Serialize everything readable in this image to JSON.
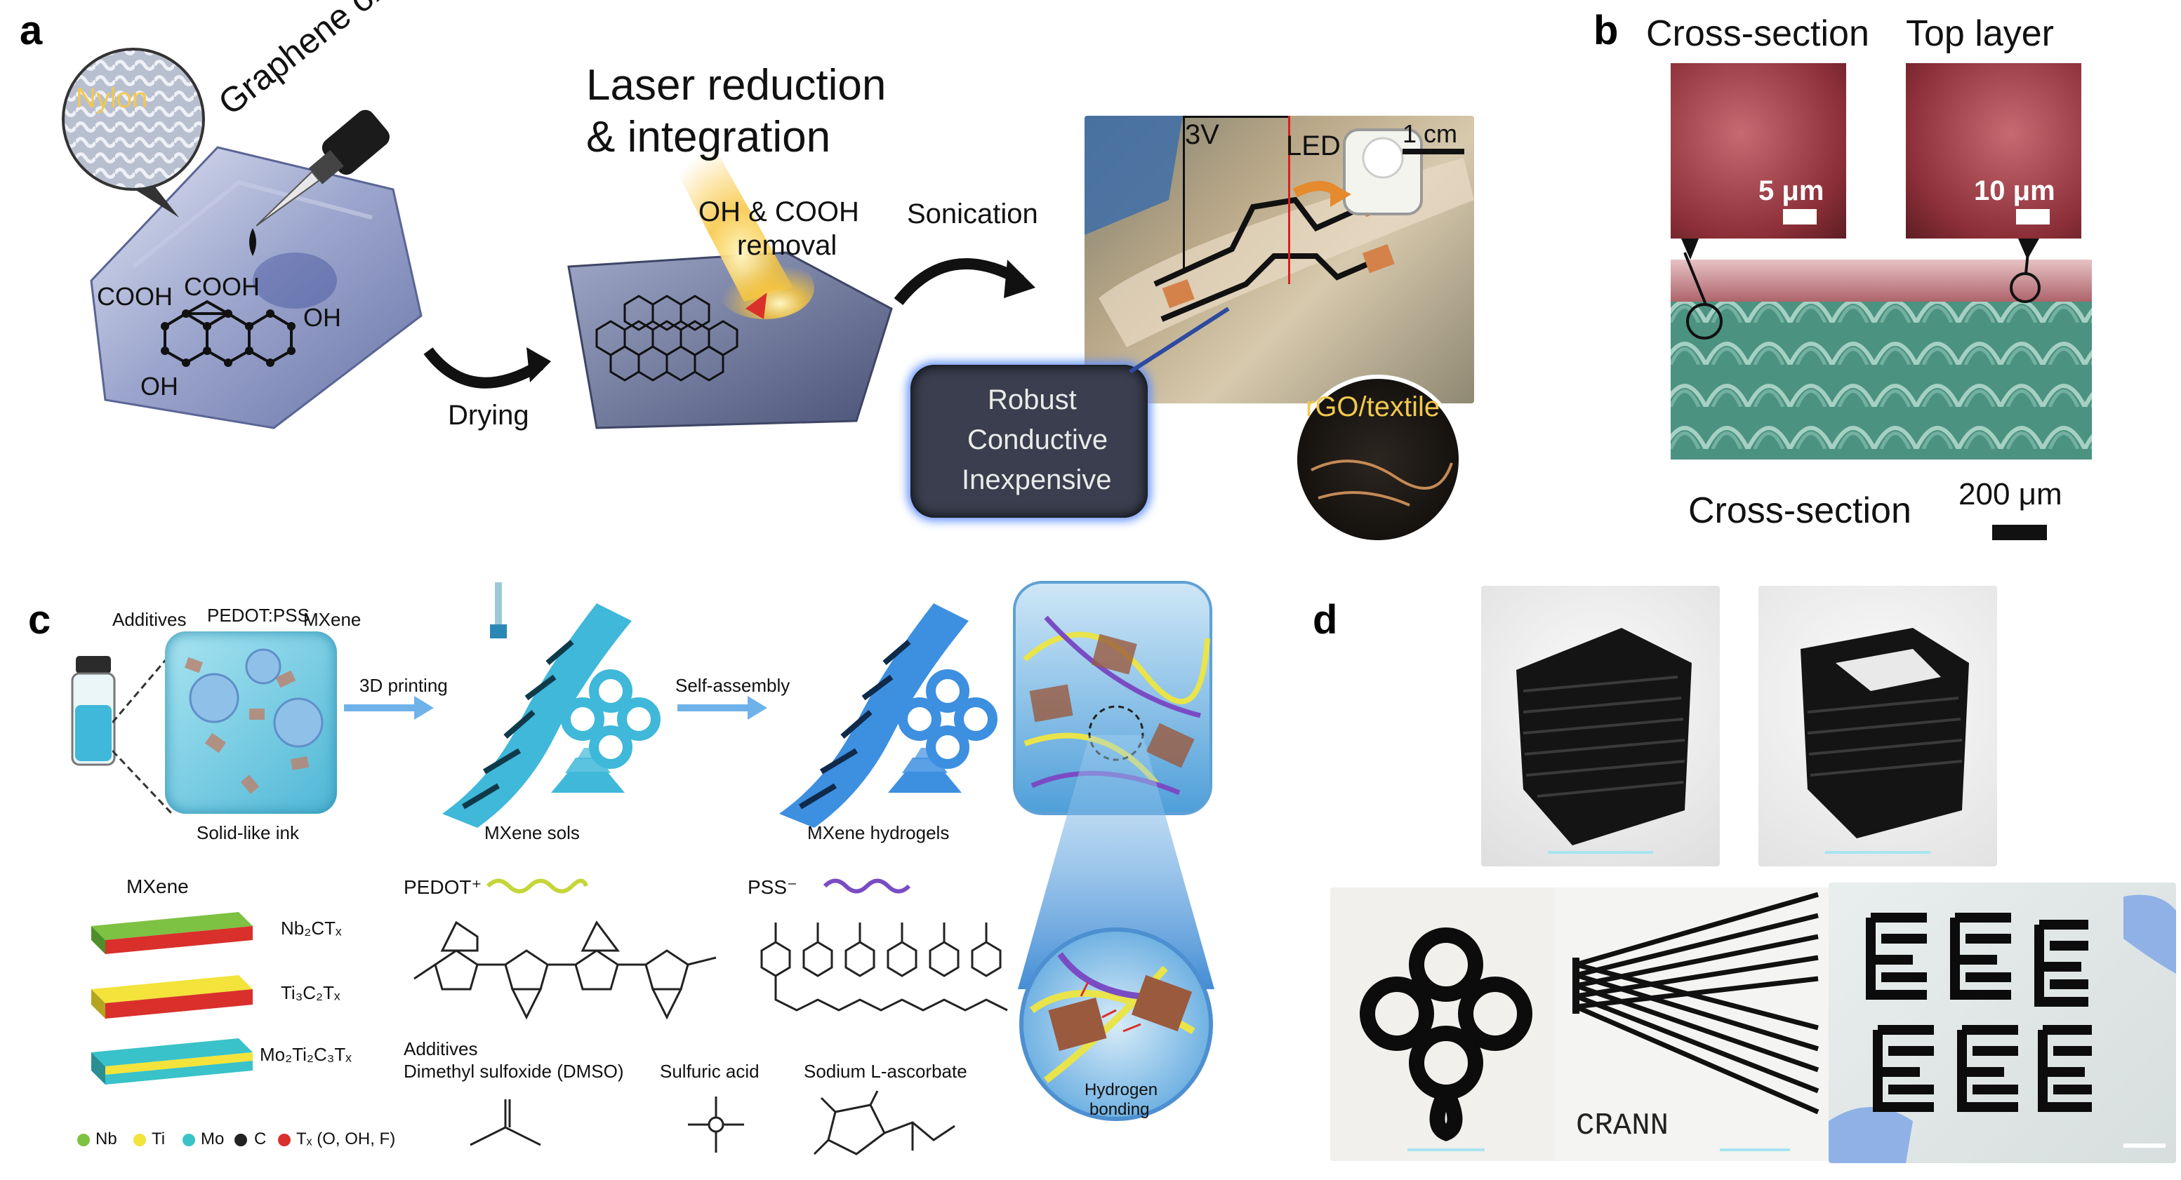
{
  "panels": {
    "a": {
      "letter": "a",
      "nylon": "Nylon",
      "graphene_oxide": "Graphene oxide",
      "cooh_left": "COOH",
      "cooh_mid": "COOH",
      "oh_right": "OH",
      "oh_bottom": "OH",
      "drying": "Drying",
      "laser_title_1": "Laser reduction",
      "laser_title_2": "& integration",
      "removal_1": "OH & COOH",
      "removal_2": "removal",
      "sonication": "Sonication",
      "voltage": "3V",
      "led": "LED",
      "scale": "1 cm",
      "robust": "Robust",
      "conductive": "Conductive",
      "inexpensive": "Inexpensive",
      "rgo": "rGO/textile"
    },
    "b": {
      "letter": "b",
      "cross_section_top": "Cross-section",
      "top_layer": "Top layer",
      "scale_5": "5 μm",
      "scale_10": "10 μm",
      "cross_section_bottom": "Cross-section",
      "scale_200": "200 μm"
    },
    "c": {
      "letter": "c",
      "additives": "Additives",
      "pedot_pss": "PEDOT:PSS",
      "mxene": "MXene",
      "printing": "3D printing",
      "self_assembly": "Self-assembly",
      "solid_ink": "Solid-like ink",
      "mxene_sols": "MXene sols",
      "mxene_hydrogels": "MXene hydrogels",
      "mxene_header": "MXene",
      "nb": "Nb₂CTₓ",
      "ti": "Ti₃C₂Tₓ",
      "mo": "Mo₂Ti₂C₃Tₓ",
      "pedot_plus": "PEDOT⁺",
      "pss_minus": "PSS⁻",
      "additives_2": "Additives",
      "dmso": "Dimethyl sulfoxide (DMSO)",
      "sulfuric": "Sulfuric acid",
      "ascorbate": "Sodium L-ascorbate",
      "hbond_1": "Hydrogen",
      "hbond_2": "bonding",
      "legend": [
        "Nb",
        "Ti",
        "Mo",
        "C",
        "Tₓ (O, OH, F)"
      ]
    },
    "d": {
      "letter": "d",
      "crann": "CRANN"
    }
  },
  "colors": {
    "rgo_black": "#1a1a1a",
    "textile_blue": "#8a96c0",
    "sem_red": "#a8454f",
    "sem_green": "#3c7f6e",
    "mxene_cyan": "#3fb8d9",
    "hydrogel_blue": "#3d8fe0",
    "pedot_green": "#c4d63a",
    "pss_purple": "#7a4cc4",
    "laser_yellow": "#f7c640",
    "nb_green": "#7dc242",
    "ti_yellow": "#f3e33a",
    "mo_cyan": "#39c2c9",
    "c_black": "#222222",
    "t_red": "#d9302b"
  }
}
